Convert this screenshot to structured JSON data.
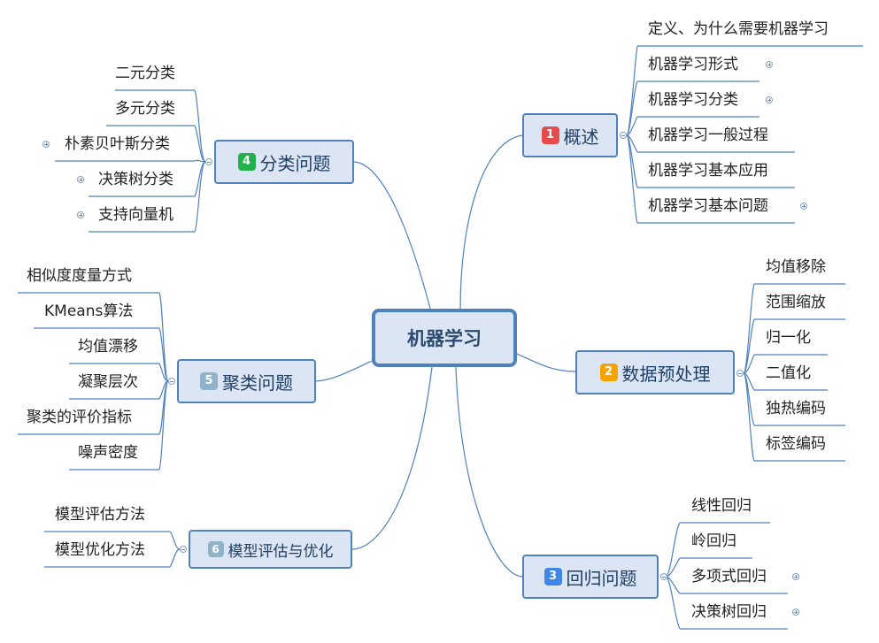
{
  "center": {
    "label": "机器学习"
  },
  "topics": {
    "overview": {
      "num": "1",
      "label": "概述",
      "badge_color": "#e84b4b"
    },
    "preprocess": {
      "num": "2",
      "label": "数据预处理",
      "badge_color": "#f5a300"
    },
    "regression": {
      "num": "3",
      "label": "回归问题",
      "badge_color": "#3f86e6"
    },
    "classification": {
      "num": "4",
      "label": "分类问题",
      "badge_color": "#22b14c"
    },
    "clustering": {
      "num": "5",
      "label": "聚类问题",
      "badge_color": "#8fb3c9"
    },
    "evaluation": {
      "num": "6",
      "label": "模型评估与优化",
      "badge_color": "#8fb3c9"
    }
  },
  "leaves": {
    "overview": [
      "定义、为什么需要机器学习",
      "机器学习形式",
      "机器学习分类",
      "机器学习一般过程",
      "机器学习基本应用",
      "机器学习基本问题"
    ],
    "preprocess": [
      "均值移除",
      "范围缩放",
      "归一化",
      "二值化",
      "独热编码",
      "标签编码"
    ],
    "regression": [
      "线性回归",
      "岭回归",
      "多项式回归",
      "决策树回归"
    ],
    "classification": [
      "二元分类",
      "多元分类",
      "朴素贝叶斯分类",
      "决策树分类",
      "支持向量机"
    ],
    "clustering": [
      "相似度度量方式",
      "KMeans算法",
      "均值漂移",
      "凝聚层次",
      "聚类的评价指标",
      "噪声密度"
    ],
    "evaluation": [
      "模型评估方法",
      "模型优化方法"
    ]
  }
}
